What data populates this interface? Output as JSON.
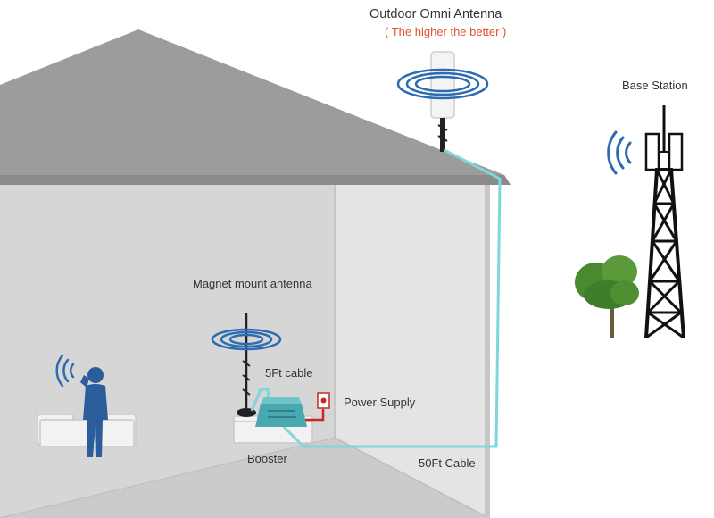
{
  "labels": {
    "outdoor_antenna": "Outdoor Omni Antenna",
    "outdoor_antenna_note": "( The higher the better )",
    "base_station": "Base Station",
    "magnet_antenna": "Magnet mount antenna",
    "short_cable": "5Ft cable",
    "power_supply": "Power Supply",
    "booster": "Booster",
    "long_cable": "50Ft Cable"
  },
  "colors": {
    "roof": "#9a9a9a",
    "wall_outer": "#cfcfcf",
    "wall_inner": "#e0e0e0",
    "cable": "#7fd6dc",
    "signal": "#2d6bb2",
    "booster": "#4aa9b0",
    "power_cable": "#c62828",
    "person": "#2b5d9a"
  }
}
